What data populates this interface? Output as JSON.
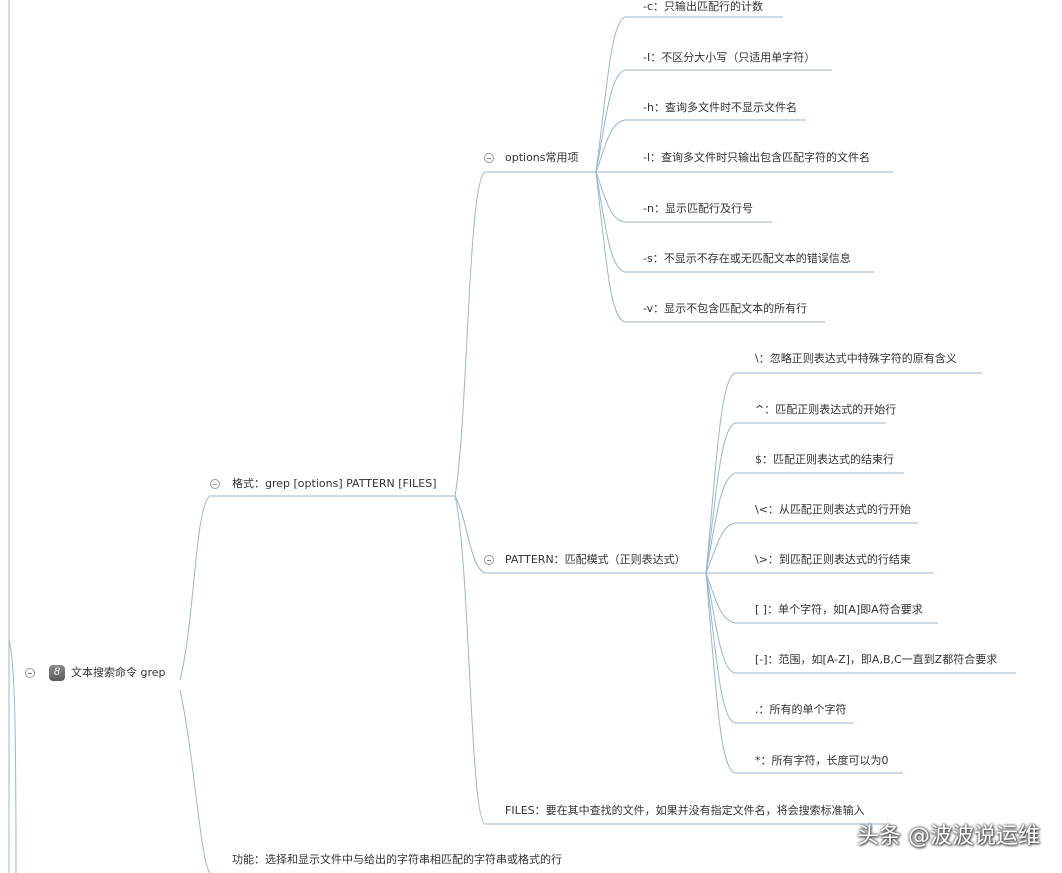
{
  "root": {
    "badge": "8",
    "label": "文本搜索命令 grep"
  },
  "format": {
    "label": "格式：grep [options] PATTERN [FILES]"
  },
  "options": {
    "label": "options常用项",
    "items": [
      "-c：只输出匹配行的计数",
      "-I：不区分大小写（只适用单字符）",
      "-h：查询多文件时不显示文件名",
      "-l：查询多文件时只输出包含匹配字符的文件名",
      "-n：显示匹配行及行号",
      "-s：不显示不存在或无匹配文本的错误信息",
      "-v：显示不包含匹配文本的所有行"
    ]
  },
  "pattern": {
    "label": "PATTERN：匹配模式（正则表达式）",
    "items": [
      "\\：忽略正则表达式中特殊字符的原有含义",
      "^：匹配正则表达式的开始行",
      "$：匹配正则表达式的结束行",
      "\\<：从匹配正则表达式的行开始",
      "\\>：到匹配正则表达式的行结束",
      "[ ]：单个字符，如[A]即A符合要求",
      "[-]：范围，如[A-Z]，即A,B,C一直到Z都符合要求",
      ".：所有的单个字符",
      "*：所有字符，长度可以为0"
    ]
  },
  "files": {
    "label": "FILES：要在其中查找的文件，如果并没有指定文件名，将会搜索标准输入"
  },
  "function": {
    "label": "功能：选择和显示文件中与给出的字符串相匹配的字符串或格式的行"
  },
  "watermark": "头条 @波波说运维"
}
